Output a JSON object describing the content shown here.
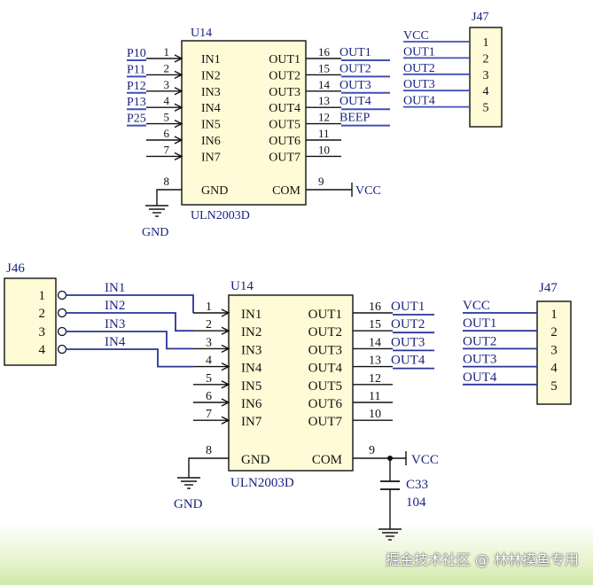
{
  "colors": {
    "ink": "#111111",
    "net": "#1a237e",
    "label": "#1a237e",
    "part_fill": "#fffbd6",
    "wire_top": "#3f51b5"
  },
  "top_circuit": {
    "chip_ref": "U14",
    "chip_part": "ULN2003D",
    "connector_ref": "J47",
    "gnd_label": "GND",
    "vcc_label": "VCC",
    "pins_left": [
      {
        "num": "1",
        "name": "IN1",
        "net": "P10"
      },
      {
        "num": "2",
        "name": "IN2",
        "net": "P11"
      },
      {
        "num": "3",
        "name": "IN3",
        "net": "P12"
      },
      {
        "num": "4",
        "name": "IN4",
        "net": "P13"
      },
      {
        "num": "5",
        "name": "IN5",
        "net": "P25"
      },
      {
        "num": "6",
        "name": "IN6",
        "net": ""
      },
      {
        "num": "7",
        "name": "IN7",
        "net": ""
      }
    ],
    "pins_right": [
      {
        "num": "16",
        "name": "OUT1",
        "net": "OUT1"
      },
      {
        "num": "15",
        "name": "OUT2",
        "net": "OUT2"
      },
      {
        "num": "14",
        "name": "OUT3",
        "net": "OUT3"
      },
      {
        "num": "13",
        "name": "OUT4",
        "net": "OUT4"
      },
      {
        "num": "12",
        "name": "OUT5",
        "net": "BEEP"
      },
      {
        "num": "11",
        "name": "OUT6",
        "net": ""
      },
      {
        "num": "10",
        "name": "OUT7",
        "net": ""
      }
    ],
    "gnd_pin": {
      "num": "8",
      "name": "GND"
    },
    "com_pin": {
      "num": "9",
      "name": "COM"
    },
    "connector_pins": [
      {
        "num": "1",
        "net": "VCC"
      },
      {
        "num": "2",
        "net": "OUT1"
      },
      {
        "num": "3",
        "net": "OUT2"
      },
      {
        "num": "4",
        "net": "OUT3"
      },
      {
        "num": "5",
        "net": "OUT4"
      }
    ]
  },
  "bottom_circuit": {
    "chip_ref": "U14",
    "chip_part": "ULN2003D",
    "in_connector_ref": "J46",
    "out_connector_ref": "J47",
    "gnd_label": "GND",
    "vcc_label": "VCC",
    "cap_ref": "C33",
    "cap_value": "104",
    "in_connector_pins": [
      {
        "num": "1",
        "net": "IN1"
      },
      {
        "num": "2",
        "net": "IN2"
      },
      {
        "num": "3",
        "net": "IN3"
      },
      {
        "num": "4",
        "net": "IN4"
      }
    ],
    "pins_left": [
      {
        "num": "1",
        "name": "IN1"
      },
      {
        "num": "2",
        "name": "IN2"
      },
      {
        "num": "3",
        "name": "IN3"
      },
      {
        "num": "4",
        "name": "IN4"
      },
      {
        "num": "5",
        "name": "IN5"
      },
      {
        "num": "6",
        "name": "IN6"
      },
      {
        "num": "7",
        "name": "IN7"
      }
    ],
    "pins_right": [
      {
        "num": "16",
        "name": "OUT1",
        "net": "OUT1"
      },
      {
        "num": "15",
        "name": "OUT2",
        "net": "OUT2"
      },
      {
        "num": "14",
        "name": "OUT3",
        "net": "OUT3"
      },
      {
        "num": "13",
        "name": "OUT4",
        "net": "OUT4"
      },
      {
        "num": "12",
        "name": "OUT5",
        "net": ""
      },
      {
        "num": "11",
        "name": "OUT6",
        "net": ""
      },
      {
        "num": "10",
        "name": "OUT7",
        "net": ""
      }
    ],
    "gnd_pin": {
      "num": "8",
      "name": "GND"
    },
    "com_pin": {
      "num": "9",
      "name": "COM"
    },
    "connector_pins": [
      {
        "num": "1",
        "net": "VCC"
      },
      {
        "num": "2",
        "net": "OUT1"
      },
      {
        "num": "3",
        "net": "OUT2"
      },
      {
        "num": "4",
        "net": "OUT3"
      },
      {
        "num": "5",
        "net": "OUT4"
      }
    ]
  },
  "watermark": "掘金技术社区 @ 林林摸鱼专用"
}
